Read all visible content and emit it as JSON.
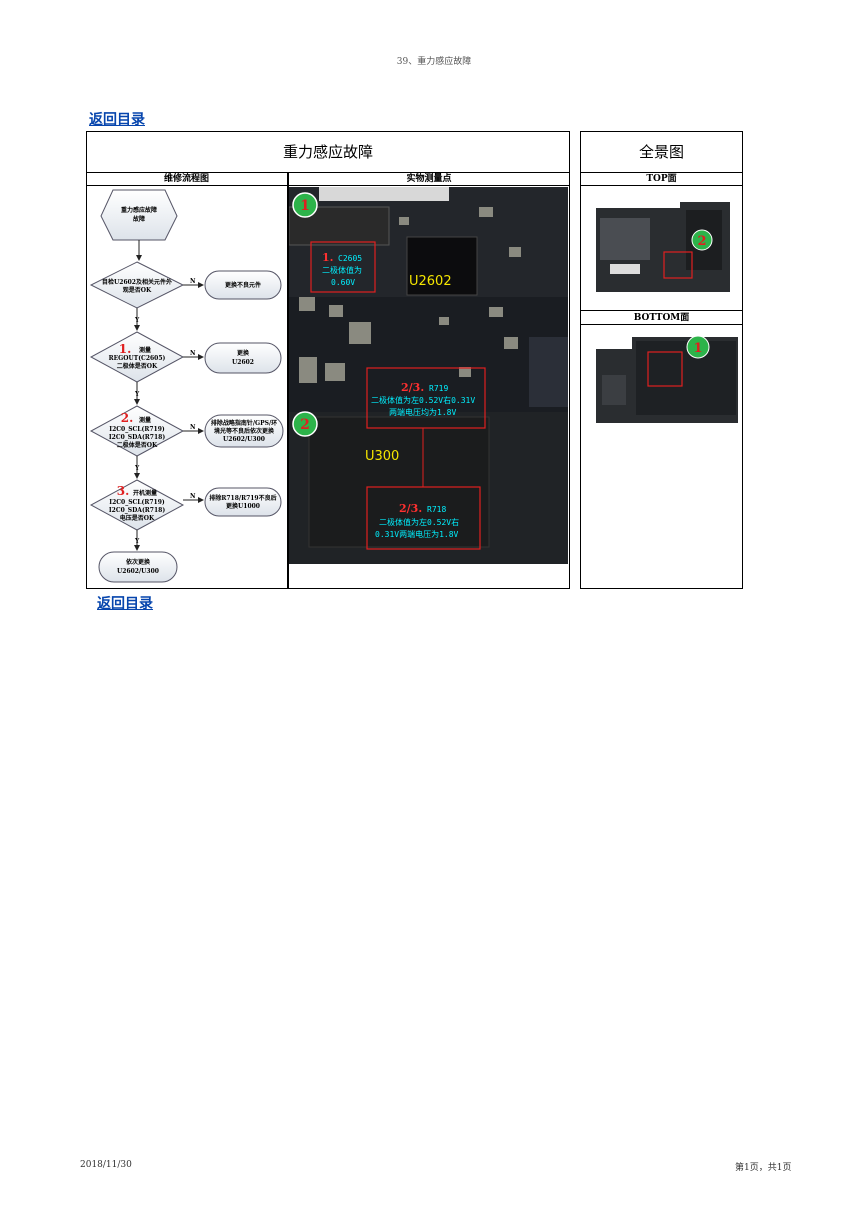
{
  "header": {
    "title": "39、重力感应故障"
  },
  "nav": {
    "back_top": "返回目录",
    "back_bottom": "返回目录"
  },
  "table": {
    "main_title": "重力感应故障",
    "panorama_title": "全景图",
    "col_flow": "维修流程图",
    "col_photo": "实物测量点",
    "top_label": "TOP面",
    "bottom_label": "BOTTOM面"
  },
  "flow": {
    "start": [
      "重力感应故障",
      "故障"
    ],
    "q0": [
      "目检U2602及相关元件外",
      "观是否OK"
    ],
    "a0": "更换不良元件",
    "q1_num": "1.",
    "q1": [
      "测量",
      "REGOUT(C2605)",
      "二极体是否OK"
    ],
    "a1": [
      "更换",
      "U2602"
    ],
    "q2_num": "2.",
    "q2": [
      "测量",
      "I2C0_SCL(R719)",
      "I2C0_SDA(R718)",
      "二极体是否OK"
    ],
    "a2": [
      "排除战略指南针/GPS/环",
      "境光等不良后依次更换",
      "U2602/U300"
    ],
    "q3_num": "3.",
    "q3": [
      "开机测量",
      "I2C0_SCL(R719)",
      "I2C0_SDA(R718)",
      "电压是否OK"
    ],
    "a3": [
      "排除R718/R719不良后",
      "更换U1000"
    ],
    "end": [
      "依次更换",
      "U2602/U300"
    ],
    "yes": "Y",
    "no": "N"
  },
  "photo": {
    "marker1": "1",
    "marker2": "2",
    "c2605_num": "1.",
    "c2605": "C2605",
    "c2605_line1": "二极体值为",
    "c2605_line2": "0.60V",
    "u2602": "U2602",
    "u300": "U300",
    "r719_num": "2/3.",
    "r719": "R719",
    "r719_line1": "二极体值为左0.52V右0.31V",
    "r719_line2": "两端电压均为1.8V",
    "r718_num": "2/3.",
    "r718": "R718",
    "r718_line1": "二极体值为左0.52V右",
    "r718_line2": "0.31V两端电压为1.8V"
  },
  "panorama": {
    "top_marker": "2",
    "bottom_marker": "1"
  },
  "footer": {
    "date": "2018/11/30",
    "page": "第1页，共1页"
  },
  "colors": {
    "link": "#0645ad",
    "marker": "#2db34a",
    "annotation": "#e02020",
    "label": "#00f0ff",
    "chip_label": "#f5e600"
  }
}
